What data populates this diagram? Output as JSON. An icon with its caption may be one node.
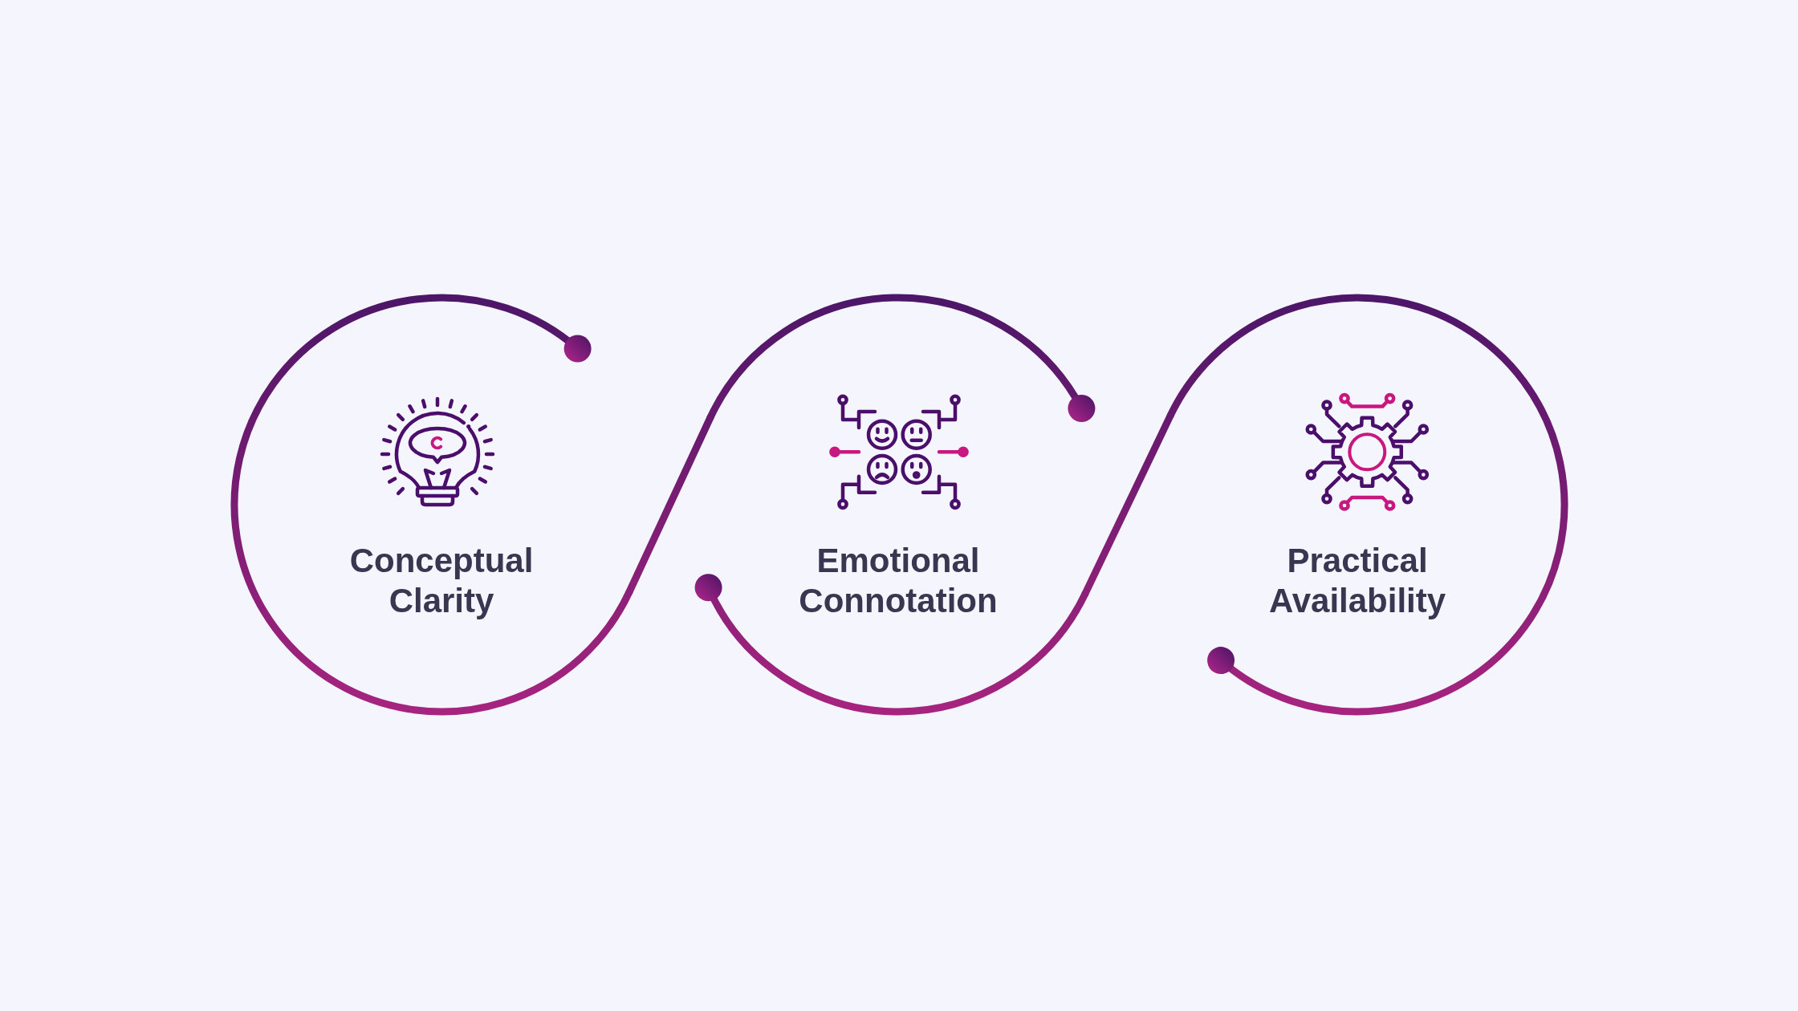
{
  "diagram": {
    "nodes": [
      {
        "text": [
          "Conceptual Clarity"
        ]
      },
      {
        "text": [
          "Emotional Connotation"
        ]
      },
      {
        "text": [
          "Practical Availability"
        ]
      }
    ],
    "edges": [
      {
        "from": 0,
        "to": 1,
        "arrow": "none"
      },
      {
        "from": 1,
        "to": 2,
        "arrow": "none"
      }
    ]
  }
}
